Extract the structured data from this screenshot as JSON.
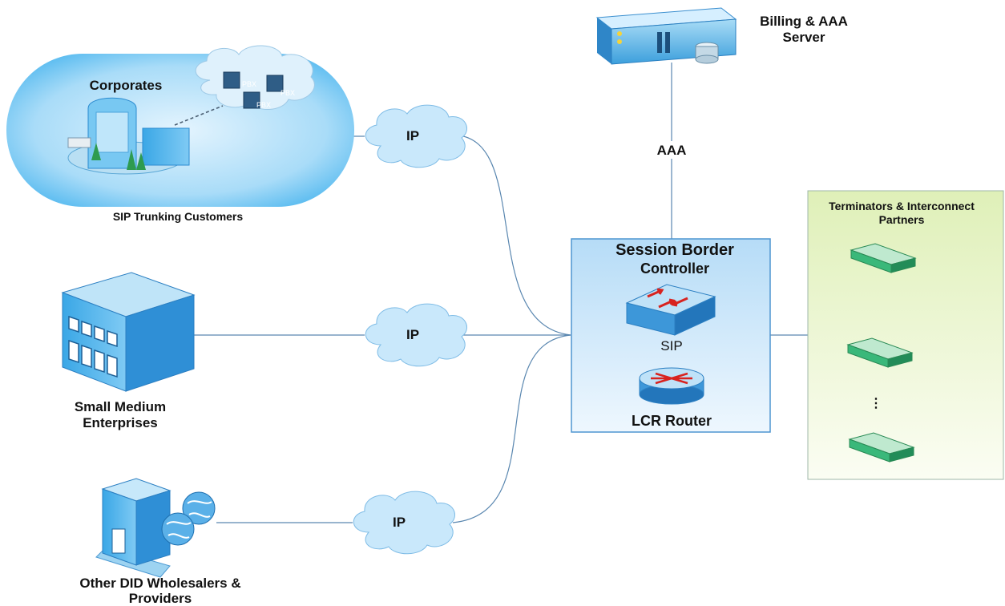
{
  "billing": {
    "line1": "Billing & AAA",
    "line2": "Server"
  },
  "aaa_label": "AAA",
  "corporates": {
    "title": "Corporates",
    "pbx": [
      "PBX",
      "PBX",
      "PBX"
    ],
    "caption": "SIP Trunking Customers"
  },
  "clouds": [
    "IP",
    "IP",
    "IP"
  ],
  "sme": {
    "line1": "Small Medium",
    "line2": "Enterprises"
  },
  "wholesalers": {
    "line1": "Other DID Wholesalers &",
    "line2": "Providers"
  },
  "sbc": {
    "title1": "Session Border",
    "title2": "Controller",
    "sip_label": "SIP",
    "router_label": "LCR Router"
  },
  "terminators": {
    "title1": "Terminators & Interconnect",
    "title2": "Partners",
    "ellipsis": "⋮"
  },
  "colors": {
    "sbc_fill": "#cde8fb",
    "sbc_border": "#4f95d0",
    "terminator_panel": "#eaf5d0",
    "cloud_fill": "#c9e8fb",
    "gateway": "#3ab87a"
  }
}
